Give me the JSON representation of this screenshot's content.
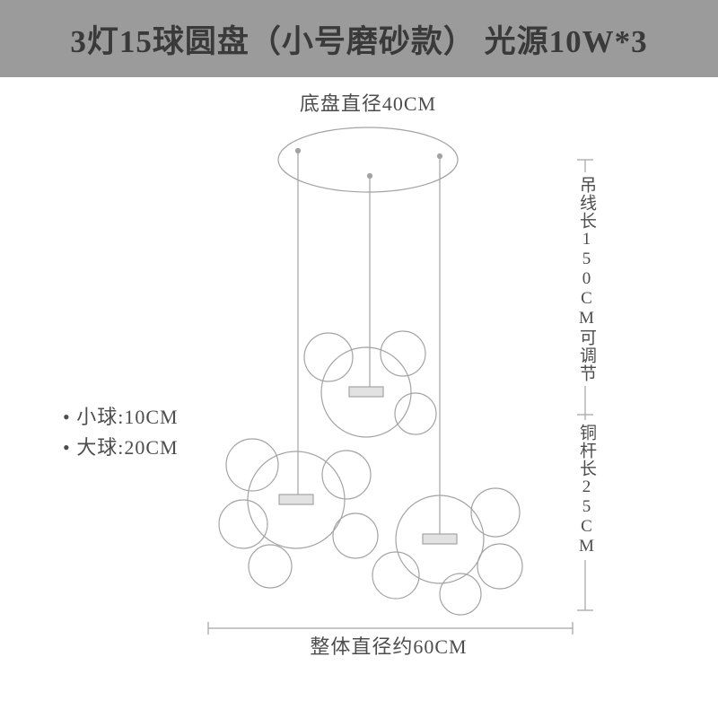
{
  "banner": {
    "title": "3灯15球圆盘（小号磨砂款） 光源10W*3"
  },
  "annotations": {
    "base_plate_diameter": "底盘直径40CM",
    "small_ball": "• 小球:10CM",
    "large_ball": "• 大球:20CM",
    "wire_length": "吊线长150CM可调节",
    "rod_length": "铜杆长25CM",
    "overall_diameter": "整体直径约60CM"
  },
  "colors": {
    "banner_bg": "#9b9b9b",
    "banner_text": "#3a3a3a",
    "drawing_line": "#a3a3a3",
    "annotation_text": "#4d4d4d"
  }
}
